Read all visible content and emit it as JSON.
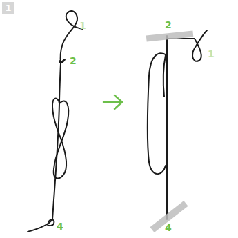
{
  "diagram": {
    "labels": [
      "1",
      "1",
      "2",
      "4",
      "2",
      "1",
      "4"
    ]
  }
}
